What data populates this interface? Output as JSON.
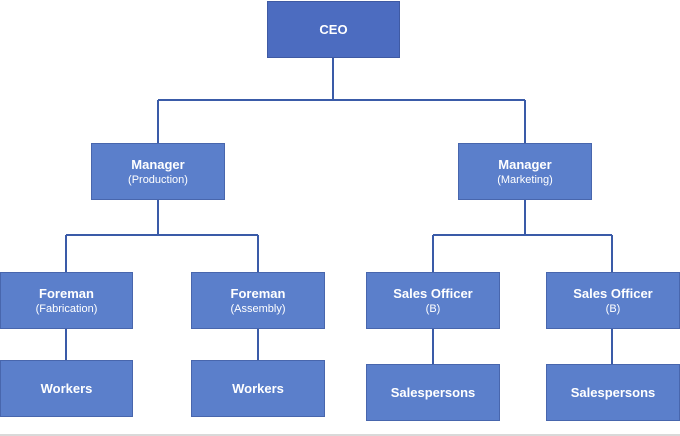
{
  "org_chart": {
    "ceo": {
      "title": "CEO"
    },
    "manager_production": {
      "title": "Manager",
      "sub": "(Production)"
    },
    "manager_marketing": {
      "title": "Manager",
      "sub": "(Marketing)"
    },
    "foreman_fabrication": {
      "title": "Foreman",
      "sub": "(Fabrication)"
    },
    "foreman_assembly": {
      "title": "Foreman",
      "sub": "(Assembly)"
    },
    "sales_officer_1": {
      "title": "Sales Officer",
      "sub": "(B)"
    },
    "sales_officer_2": {
      "title": "Sales Officer",
      "sub": "(B)"
    },
    "workers_1": {
      "title": "Workers"
    },
    "workers_2": {
      "title": "Workers"
    },
    "salespersons_1": {
      "title": "Salespersons"
    },
    "salespersons_2": {
      "title": "Salespersons"
    }
  },
  "colors": {
    "box_fill": "#5b7fcb",
    "ceo_fill": "#4c6cc0",
    "connector": "#3a5ba8",
    "text": "#ffffff"
  }
}
